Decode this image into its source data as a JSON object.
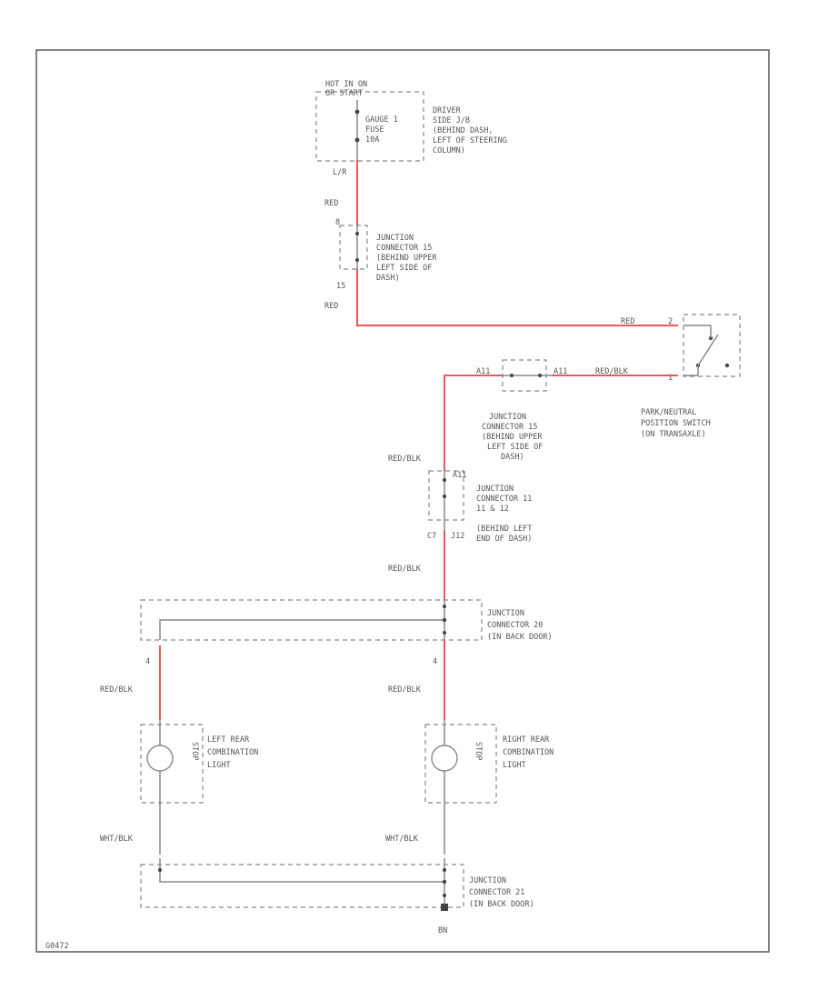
{
  "diagram": {
    "fuse_box": {
      "hot_label": [
        "HOT IN ON",
        "OR START"
      ],
      "fuse": [
        "GAUGE 1",
        "FUSE",
        "10A"
      ],
      "location": [
        "DRIVER",
        "SIDE J/B",
        "(BEHIND DASH,",
        "LEFT OF STEERING",
        "COLUMN)"
      ],
      "pin": "L/R"
    },
    "wires": {
      "red_1": "RED",
      "red_2": "RED",
      "red_3": "RED",
      "red_blk_top": "RED/BLK",
      "red_blk_jc": "RED/BLK",
      "red_blk_mid": "RED/BLK",
      "red_blk_left": "RED/BLK",
      "red_blk_right": "RED/BLK",
      "wht_blk_left": "WHT/BLK",
      "wht_blk_right": "WHT/BLK"
    },
    "jc_15_top": {
      "pin_top": "8",
      "pin_bottom": "15",
      "text": [
        "JUNCTION",
        "CONNECTOR 15",
        "(BEHIND UPPER",
        "LEFT SIDE OF",
        "DASH)"
      ]
    },
    "pnp_switch": {
      "text": [
        "PARK/NEUTRAL",
        "POSITION SWITCH",
        "(ON TRANSAXLE)"
      ],
      "pin_top": "2",
      "pin_bottom": "1"
    },
    "jc_15_mid": {
      "pin_left": "A11",
      "pin_right": "A11",
      "text": [
        "JUNCTION",
        "CONNECTOR 15",
        "(BEHIND UPPER",
        "LEFT SIDE OF",
        "DASH)"
      ]
    },
    "jc_11_12": {
      "pin_top": "A11",
      "pin_left": "C7",
      "pin_right": "J12",
      "text": [
        "JUNCTION",
        "CONNECTOR 11",
        "11 & 12",
        "(BEHIND LEFT",
        "END OF DASH)"
      ]
    },
    "jc_20": {
      "text": [
        "JUNCTION",
        "CONNECTOR 20",
        "(IN BACK DOOR)"
      ]
    },
    "left_light": {
      "pin": "4",
      "side": "STOP",
      "text": [
        "LEFT REAR",
        "COMBINATION",
        "LIGHT"
      ]
    },
    "right_light": {
      "pin": "4",
      "side": "STOP",
      "text": [
        "RIGHT REAR",
        "COMBINATION",
        "LIGHT"
      ]
    },
    "jc_21": {
      "text": [
        "JUNCTION",
        "CONNECTOR 21",
        "(IN BACK DOOR)"
      ]
    },
    "ground": "BN",
    "footer_code": "G0472"
  }
}
